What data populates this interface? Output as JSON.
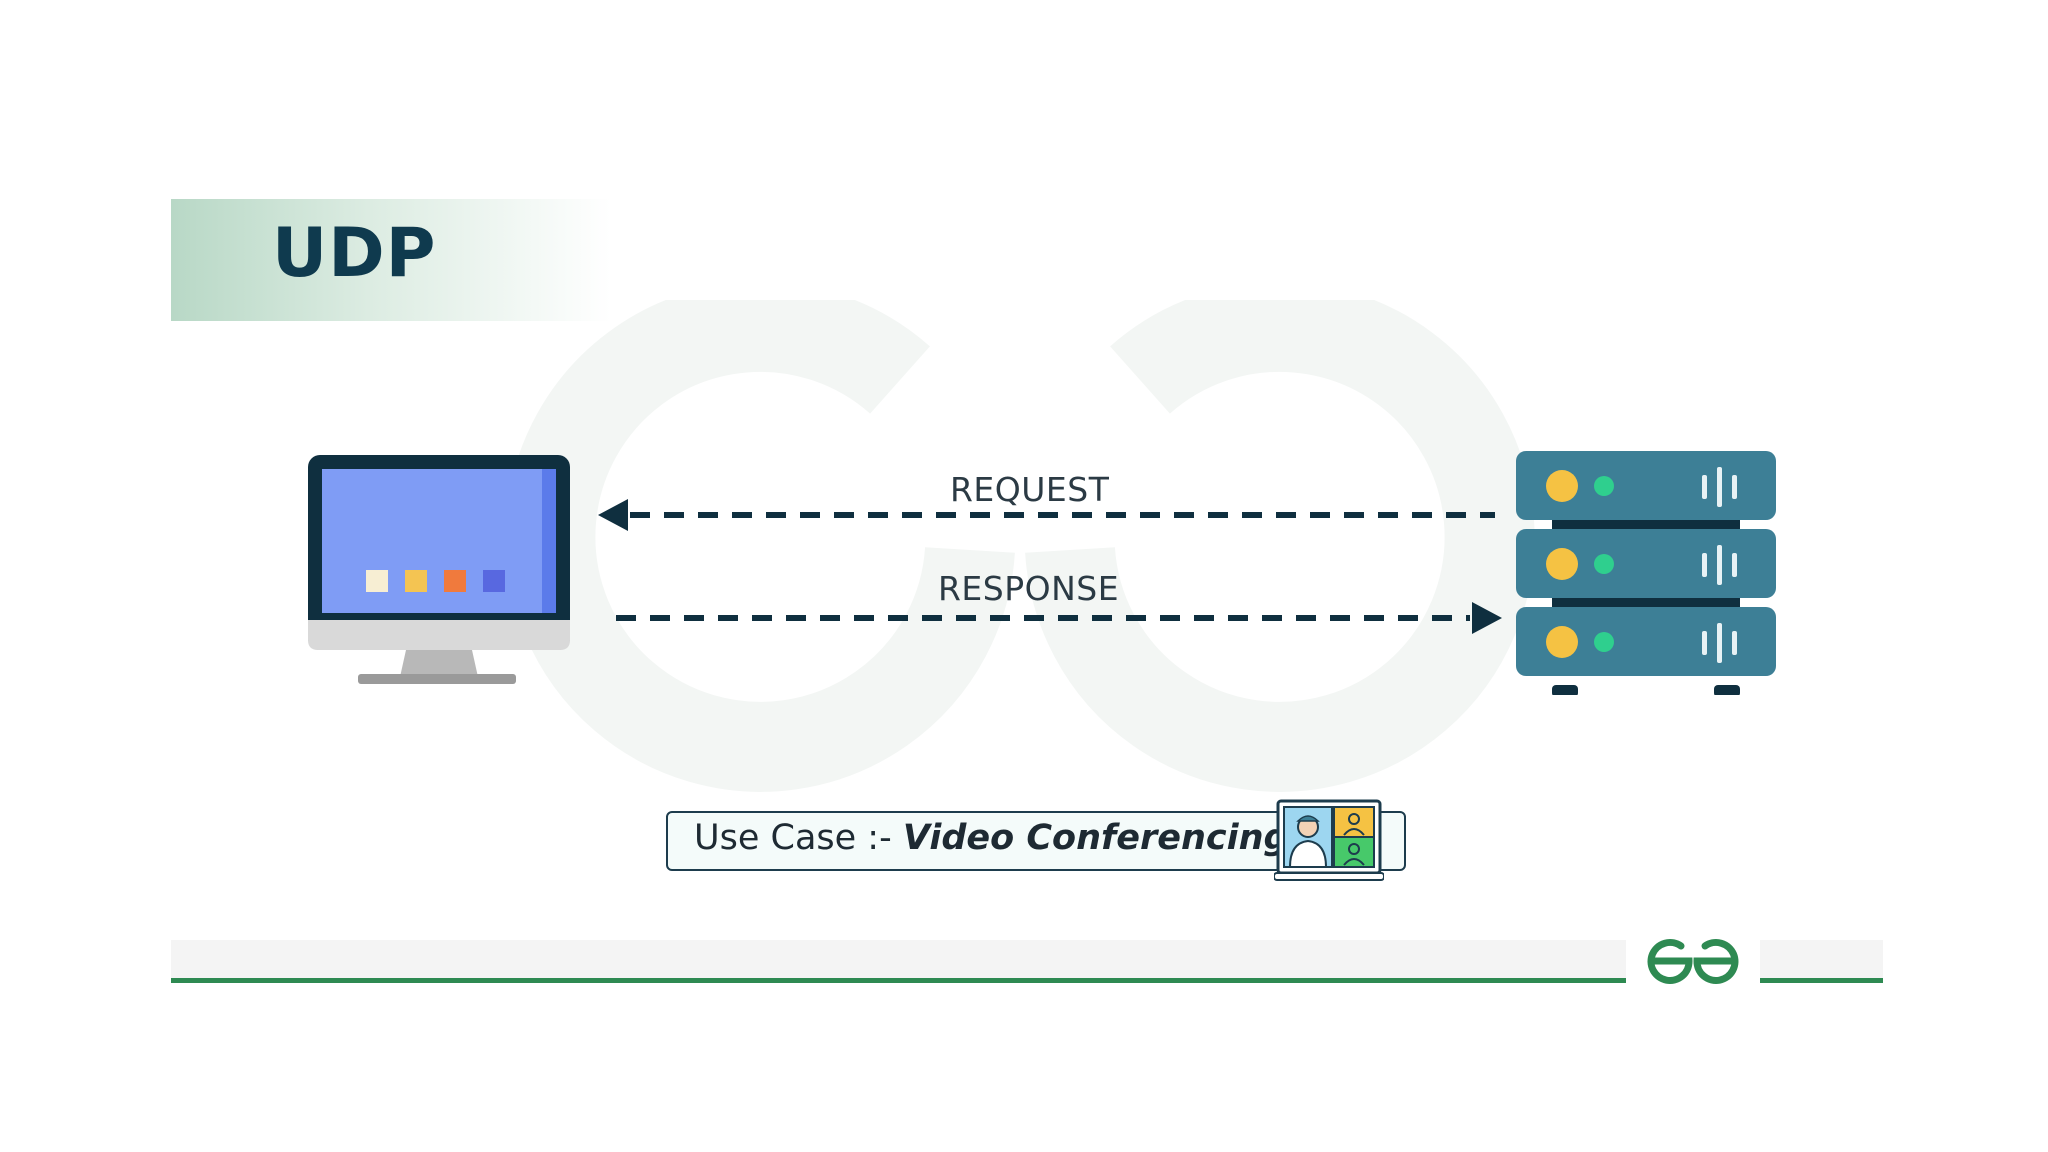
{
  "slide": {
    "title": "UDP",
    "request_label": "REQUEST",
    "response_label": "RESPONSE",
    "use_case_prefix": "Use Case :- ",
    "use_case_value": "Video Conferencing"
  },
  "icons": {
    "client": "desktop-monitor-icon",
    "server": "server-rack-icon",
    "use_case": "video-conference-icon",
    "brand": "gfg-logo",
    "watermark": "gfg-watermark"
  },
  "colors": {
    "title": "#0f3a4e",
    "accent_green": "#2e8a52",
    "server": "#3d7f96",
    "screen": "#7f9cf5",
    "arrow": "#0f2f3f"
  }
}
